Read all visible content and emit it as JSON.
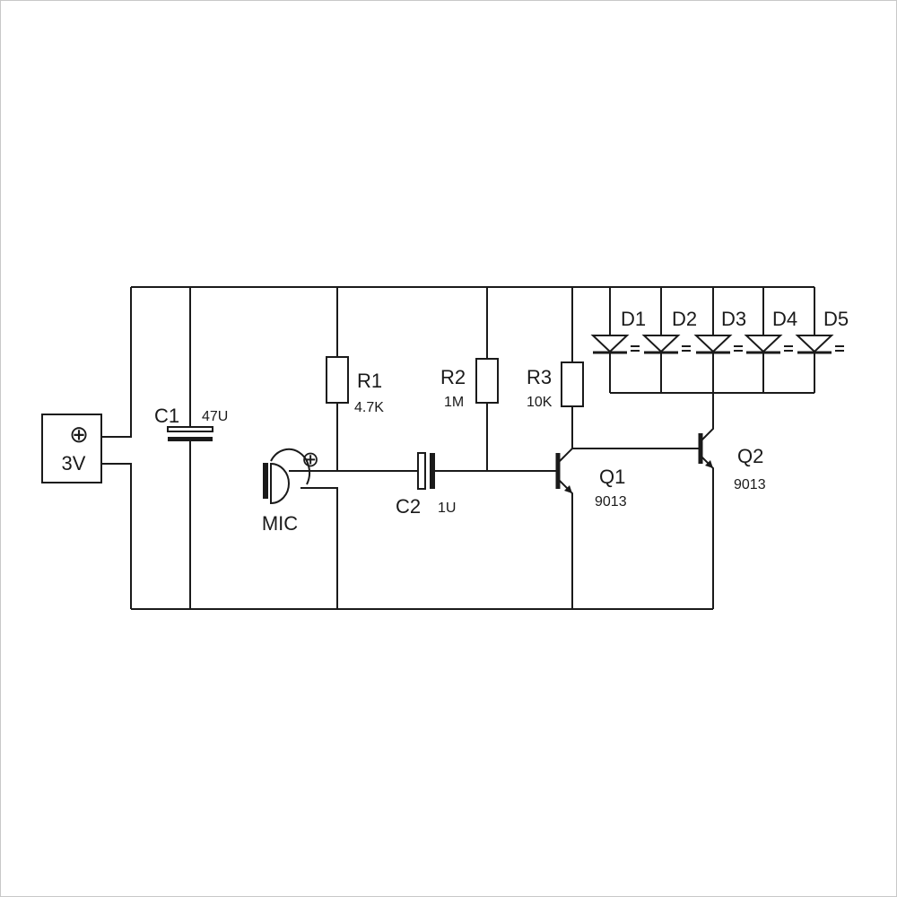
{
  "battery": {
    "label": "3V",
    "polarity": "⊕"
  },
  "c1": {
    "label": "C1",
    "value": "47U"
  },
  "r1": {
    "label": "R1",
    "value": "4.7K"
  },
  "r2": {
    "label": "R2",
    "value": "1M"
  },
  "r3": {
    "label": "R3",
    "value": "10K"
  },
  "mic": {
    "label": "MIC",
    "polarity": "⊕"
  },
  "c2": {
    "label": "C2",
    "value": "1U"
  },
  "q1": {
    "label": "Q1",
    "value": "9013"
  },
  "q2": {
    "label": "Q2",
    "value": "9013"
  },
  "leds": [
    {
      "label": "D1"
    },
    {
      "label": "D2"
    },
    {
      "label": "D3"
    },
    {
      "label": "D4"
    },
    {
      "label": "D5"
    }
  ],
  "colors": {
    "ink": "#1a1a1a",
    "background": "#ffffff",
    "frame": "#c8c8c8"
  }
}
